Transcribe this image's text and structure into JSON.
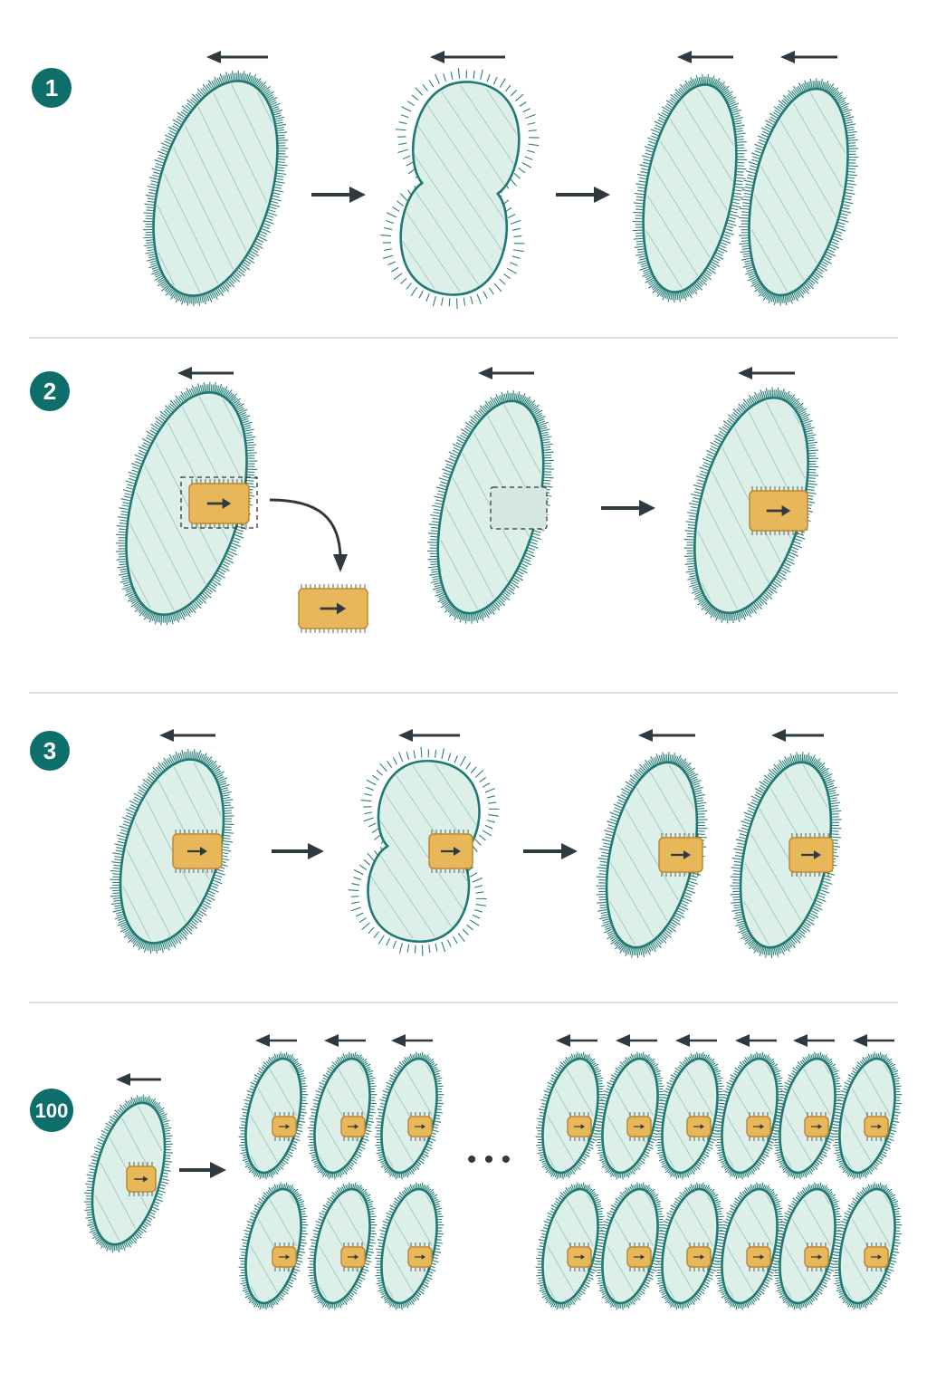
{
  "colors": {
    "cell_fill": "#dcefe8",
    "cell_outline": "#1f7a73",
    "cilia": "#2a7f78",
    "striation": "#4d8f88",
    "patch_fill": "#e8b75a",
    "patch_outline": "#b98a35",
    "arrow": "#2f3a40",
    "badge": "#0e6f6a",
    "divider": "#d4d4d4"
  },
  "icons": {
    "direction": "left-arrow-icon",
    "step": "right-arrow-icon",
    "transfer": "curved-arrow-icon",
    "continuation": "ellipsis-icon"
  },
  "panels": [
    {
      "badge": "1",
      "description_stages": 3
    },
    {
      "badge": "2",
      "description_stages": 3
    },
    {
      "badge": "3",
      "description_stages": 3
    },
    {
      "badge": "100",
      "description_stages": 3
    }
  ],
  "continuation_symbol": "• • •"
}
